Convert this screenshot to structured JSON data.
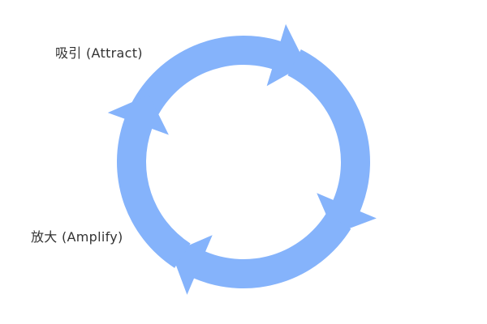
{
  "diagram": {
    "type": "cycle",
    "direction": "clockwise",
    "arrow_color": "#85b3fb",
    "background_color": "#ffffff",
    "arrow_count": 4,
    "labels": [
      {
        "id": "attract",
        "text": "吸引 (Attract)"
      },
      {
        "id": "amplify",
        "text": "放大 (Amplify)"
      }
    ]
  }
}
